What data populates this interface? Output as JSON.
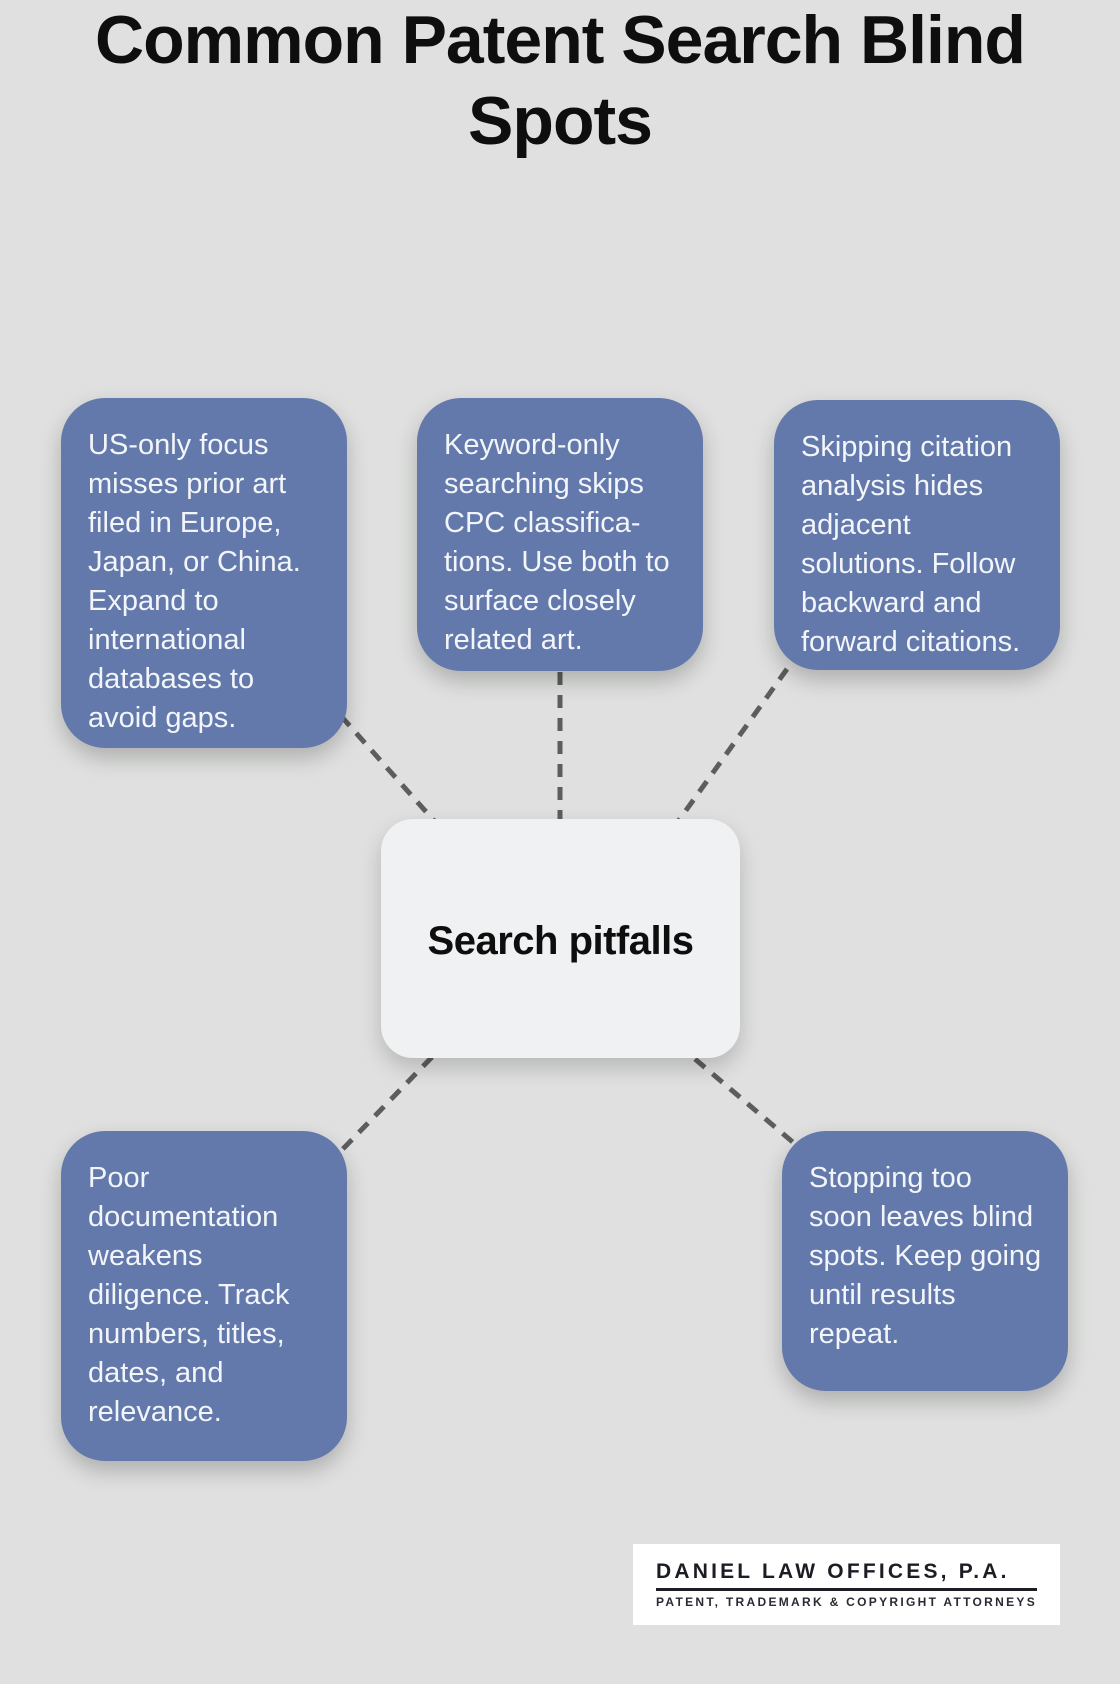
{
  "title": "Common Patent Search Blind\nSpots",
  "center": {
    "label": "Search pitfalls"
  },
  "nodes": [
    {
      "id": "us-only-focus",
      "text": "US-only focus\nmisses prior art\nfiled in Europe,\nJapan, or China.\nExpand to\ninternational\ndatabases to\navoid gaps."
    },
    {
      "id": "keyword-only-searching",
      "text": "Keyword-only\nsearching skips\nCPC classifica-\ntions. Use both to\nsurface closely\nrelated art."
    },
    {
      "id": "skipping-citation-analysis",
      "text": "Skipping citation\nanalysis hides\nadjacent\nsolutions. Follow\nbackward and\nforward citations."
    },
    {
      "id": "poor-documentation",
      "text": "Poor\ndocumentation\nweakens\ndiligence. Track\nnumbers, titles,\ndates, and\nrelevance."
    },
    {
      "id": "stopping-too-soon",
      "text": "Stopping too\nsoon leaves blind\nspots. Keep going\nuntil results\nrepeat."
    }
  ],
  "logo": {
    "name": "DANIEL LAW OFFICES, P.A.",
    "tagline": "PATENT, TRADEMARK & COPYRIGHT ATTORNEYS"
  },
  "colors": {
    "background": "#dfe0df",
    "node_fill": "#6378ab",
    "node_text": "#f2f5f9",
    "center_fill": "#f0f1f2",
    "center_text": "#0e0e0e",
    "title_color": "#0e0e0e",
    "connector": "#5d5d5d",
    "logo_bg": "#ffffff",
    "logo_text": "#1c1c24"
  }
}
